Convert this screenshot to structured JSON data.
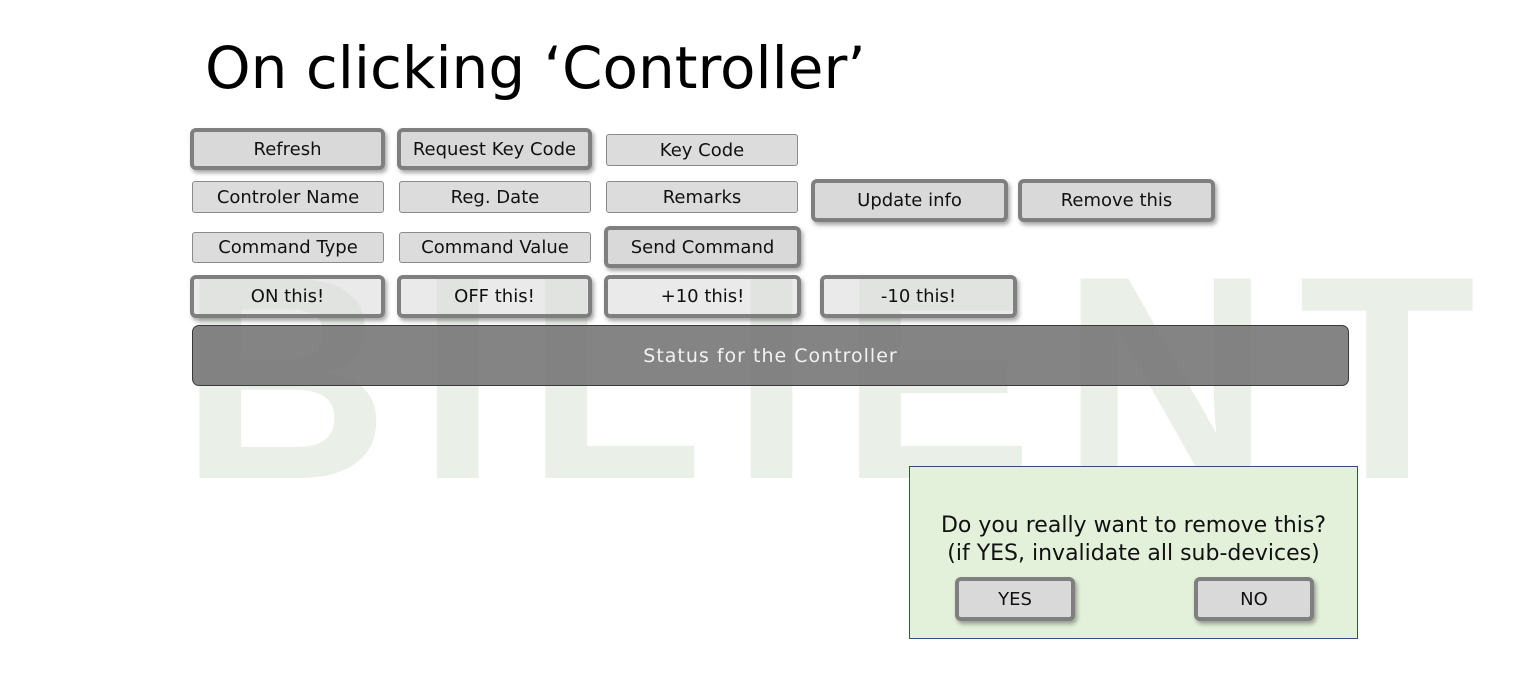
{
  "slide": {
    "title": "On clicking ‘Controller’",
    "watermark": "BILIENT"
  },
  "toolbar": {
    "refresh_label": "Refresh",
    "request_key_code_label": "Request Key Code",
    "key_code_label": "Key Code"
  },
  "info_row": {
    "controller_name_label": "Controler Name",
    "reg_date_label": "Reg. Date",
    "remarks_label": "Remarks",
    "update_info_label": "Update info",
    "remove_this_label": "Remove this"
  },
  "command_row": {
    "command_type_label": "Command Type",
    "command_value_label": "Command Value",
    "send_command_label": "Send Command"
  },
  "quick_commands": {
    "on_label": "ON this!",
    "off_label": "OFF this!",
    "plus10_label": "+10 this!",
    "minus10_label": "-10 this!"
  },
  "status": {
    "text": "Status  for the  Controller"
  },
  "confirm_dialog": {
    "line1": "Do you really want to remove this?",
    "line2": "(if YES, invalidate all sub-devices)",
    "yes_label": "YES",
    "no_label": "NO"
  },
  "colors": {
    "dialog_background": "#e3f0da",
    "dialog_border": "#2f4f7f",
    "status_background": "#6e6e6e",
    "button_border": "#7f7f7f",
    "button_fill": "#d9d9d9"
  }
}
